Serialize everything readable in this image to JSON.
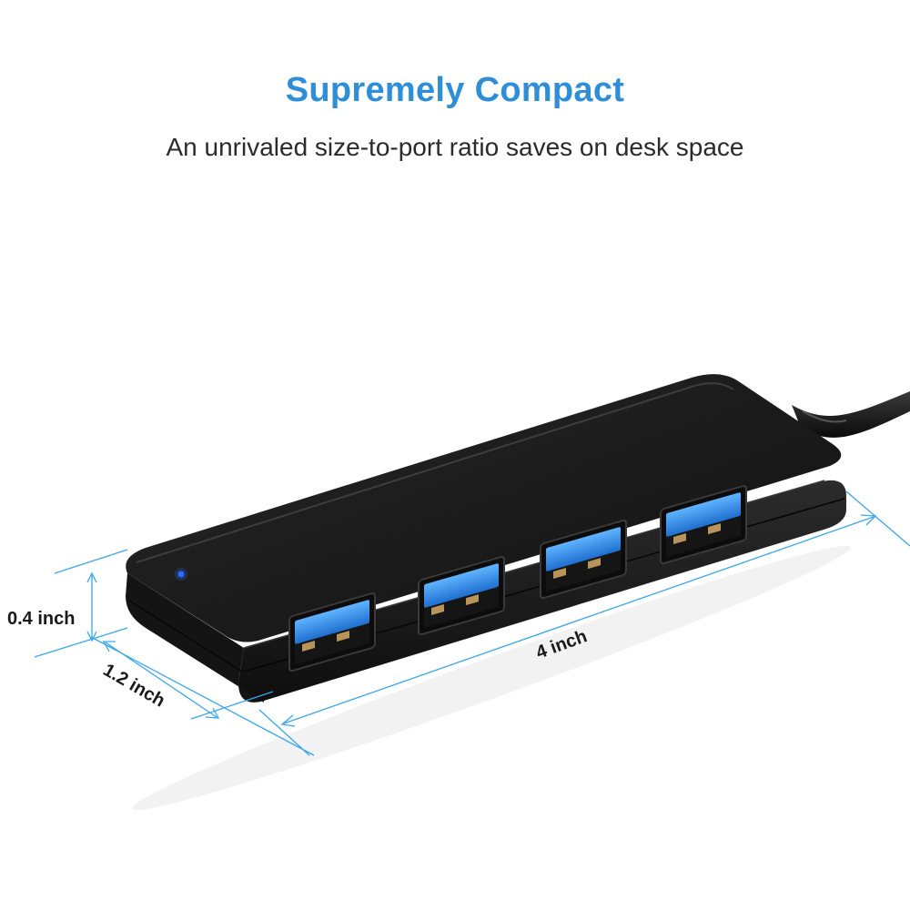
{
  "header": {
    "title": "Supremely Compact",
    "subtitle": "An unrivaled size-to-port ratio saves on desk space"
  },
  "product": {
    "name": "4-port USB 3.0 hub",
    "port_count": 4,
    "led_color": "#2a6cff",
    "port_color": "#2e86e6",
    "body_color": "#1c1c1c"
  },
  "dimensions": {
    "height_label": "0.4 inch",
    "depth_label": "1.2 inch",
    "length_label": "4 inch",
    "line_color": "#3aa6e8"
  },
  "colors": {
    "accent": "#2f8ed8",
    "text": "#2b2b2b"
  }
}
